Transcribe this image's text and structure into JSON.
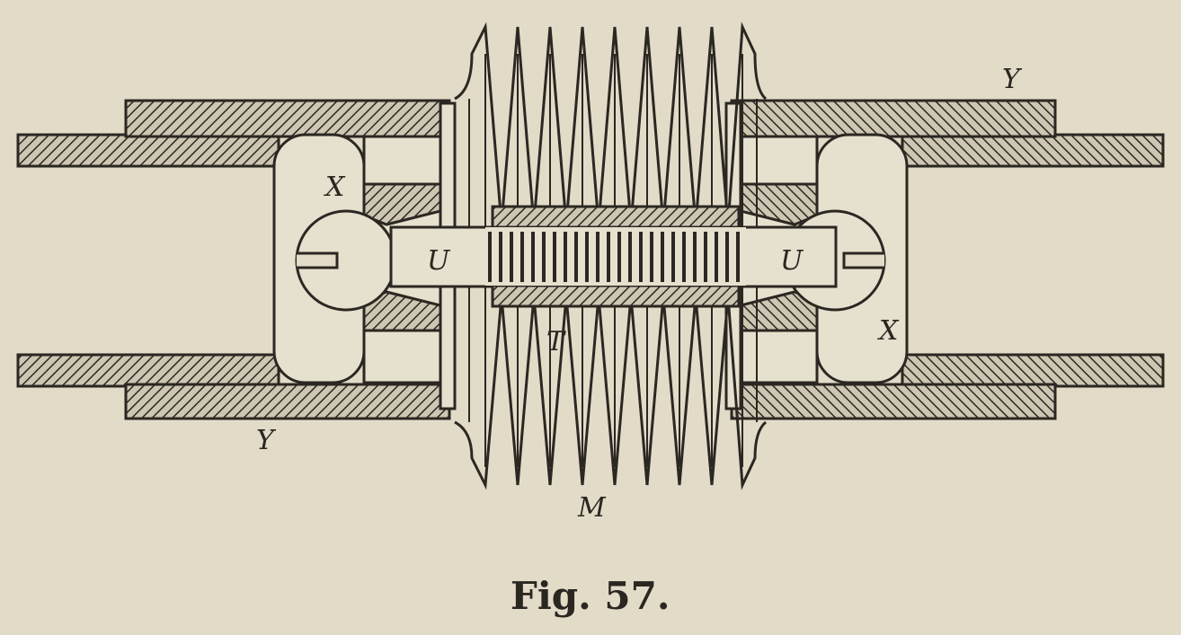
{
  "figure": {
    "caption": "Fig. 57.",
    "labels": {
      "y_top": "Y",
      "y_bottom": "Y",
      "x_left": "X",
      "x_right": "X",
      "u_left": "U",
      "u_right": "U",
      "t": "T",
      "m": "M"
    }
  },
  "colors": {
    "paper": "#e2dbc8",
    "ink": "#2b2722"
  }
}
